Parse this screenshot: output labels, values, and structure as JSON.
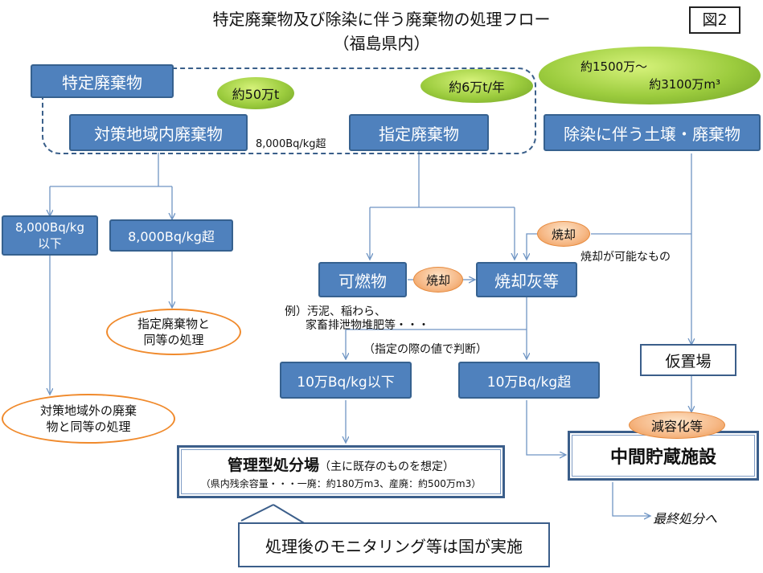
{
  "title": "特定廃棄物及び除染に伴う廃棄物の処理フロー",
  "subtitle": "（福島県内）",
  "figure_label": "図2",
  "boxes": {
    "tokutei": "特定廃棄物",
    "taisaku": "対策地域内廃棄物",
    "shitei": "指定廃棄物",
    "josen": "除染に伴う土壌・廃棄物",
    "below8000": "8,000Bq/kg\n以下",
    "above8000": "8,000Bq/kg超",
    "kanen": "可燃物",
    "shokyakubai": "焼却灰等",
    "below10man": "10万Bq/kg以下",
    "above10man": "10万Bq/kg超",
    "karioki": "仮置場",
    "kanri_main": "管理型処分場",
    "kanri_paren": "（主に既存のものを想定）",
    "kanri_note": "（県内残余容量・・・一廃：約180万m3、産廃：約500万m3）",
    "chukan": "中間貯蔵施設",
    "monitoring": "処理後のモニタリング等は国が実施"
  },
  "bubbles": {
    "taisaku_amount": "約50万t",
    "shitei_amount": "約6万t/年",
    "josen_amount_1": "約1500万～",
    "josen_amount_2": "約3100万m³"
  },
  "ovals": {
    "shitei_doutou": "指定廃棄物と\n同等の処理",
    "taisaku_gai": "対策地域外の廃棄\n物と同等の処理",
    "shokyaku1": "焼却",
    "shokyaku2": "焼却",
    "genyou": "減容化等"
  },
  "labels": {
    "threshold": "8,000Bq/kg超",
    "shokyaku_kanou": "焼却が可能なもの",
    "example_1": "例）汚泥、稲わら、",
    "example_2": "家畜排泄物堆肥等・・・",
    "shitei_judge": "（指定の際の値で判断）",
    "saishu": "最終処分へ"
  },
  "colors": {
    "box_blue": "#4f81bd",
    "bubble_green": "#9ccc3e",
    "oval_orange": "#f08a2c",
    "line_blue": "#6f95c4"
  }
}
